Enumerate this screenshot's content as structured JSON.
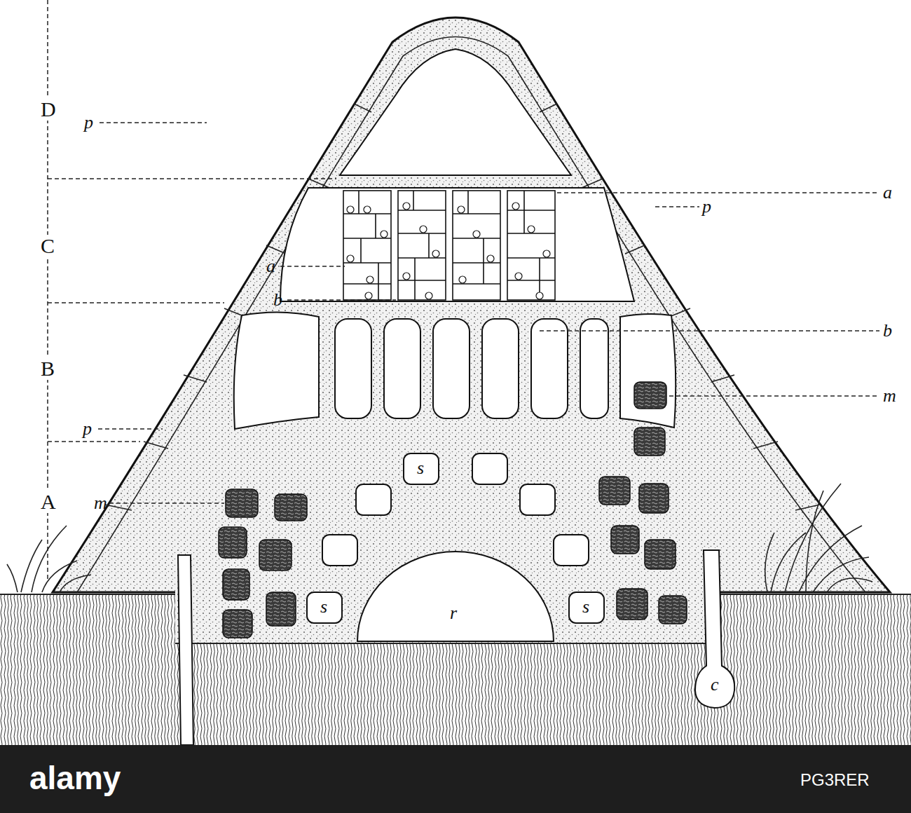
{
  "diagram": {
    "labels": [
      "D",
      "p",
      "a",
      "p",
      "C",
      "a",
      "b",
      "b",
      "B",
      "p",
      "m",
      "A",
      "m",
      "s",
      "s",
      "r",
      "s",
      "c",
      "alamy",
      "PG3RER"
    ]
  }
}
